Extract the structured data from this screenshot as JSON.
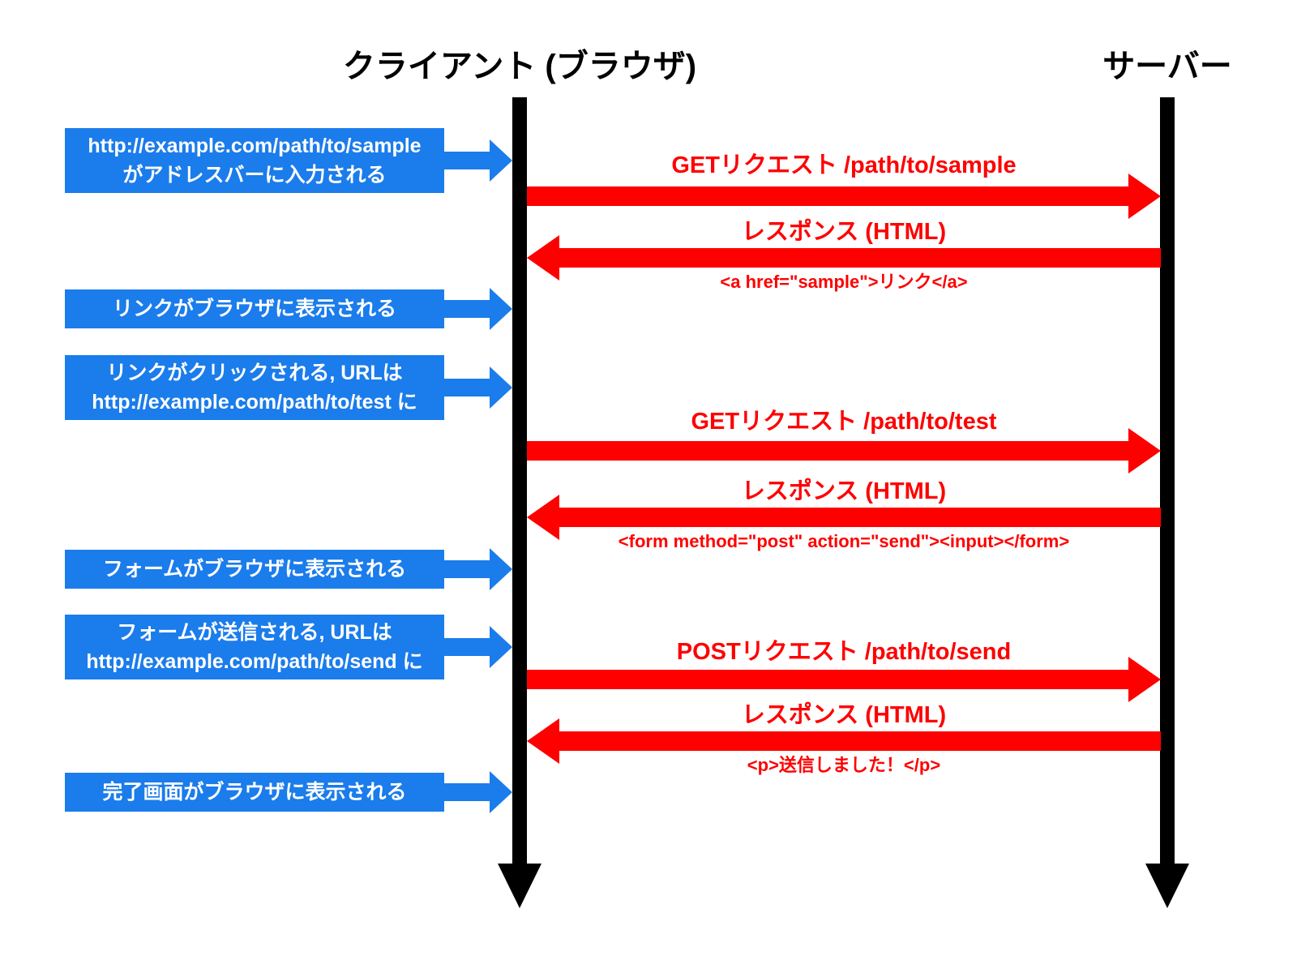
{
  "page": {
    "client_title": "クライアント (ブラウザ)",
    "server_title": "サーバー"
  },
  "colors": {
    "event_blue": "#1b7ceb",
    "message_red": "#fe0000",
    "lifeline_black": "#000000"
  },
  "events": [
    {
      "line1": "http://example.com/path/to/sample",
      "line2": "がアドレスバーに入力される"
    },
    {
      "line1": "リンクがブラウザに表示される"
    },
    {
      "line1": "リンクがクリックされる, URLは",
      "line2": "http://example.com/path/to/test に"
    },
    {
      "line1": "フォームがブラウザに表示される"
    },
    {
      "line1": "フォームが送信される, URLは",
      "line2": "http://example.com/path/to/send に"
    },
    {
      "line1": "完了画面がブラウザに表示される"
    }
  ],
  "messages": [
    {
      "direction": "right",
      "label": "GETリクエスト /path/to/sample",
      "sublabel": ""
    },
    {
      "direction": "left",
      "label": "レスポンス (HTML)",
      "sublabel": "<a href=\"sample\">リンク</a>"
    },
    {
      "direction": "right",
      "label": "GETリクエスト /path/to/test",
      "sublabel": ""
    },
    {
      "direction": "left",
      "label": "レスポンス (HTML)",
      "sublabel": "<form method=\"post\" action=\"send\"><input></form>"
    },
    {
      "direction": "right",
      "label": "POSTリクエスト /path/to/send",
      "sublabel": ""
    },
    {
      "direction": "left",
      "label": "レスポンス (HTML)",
      "sublabel": "<p>送信しました！</p>"
    }
  ]
}
